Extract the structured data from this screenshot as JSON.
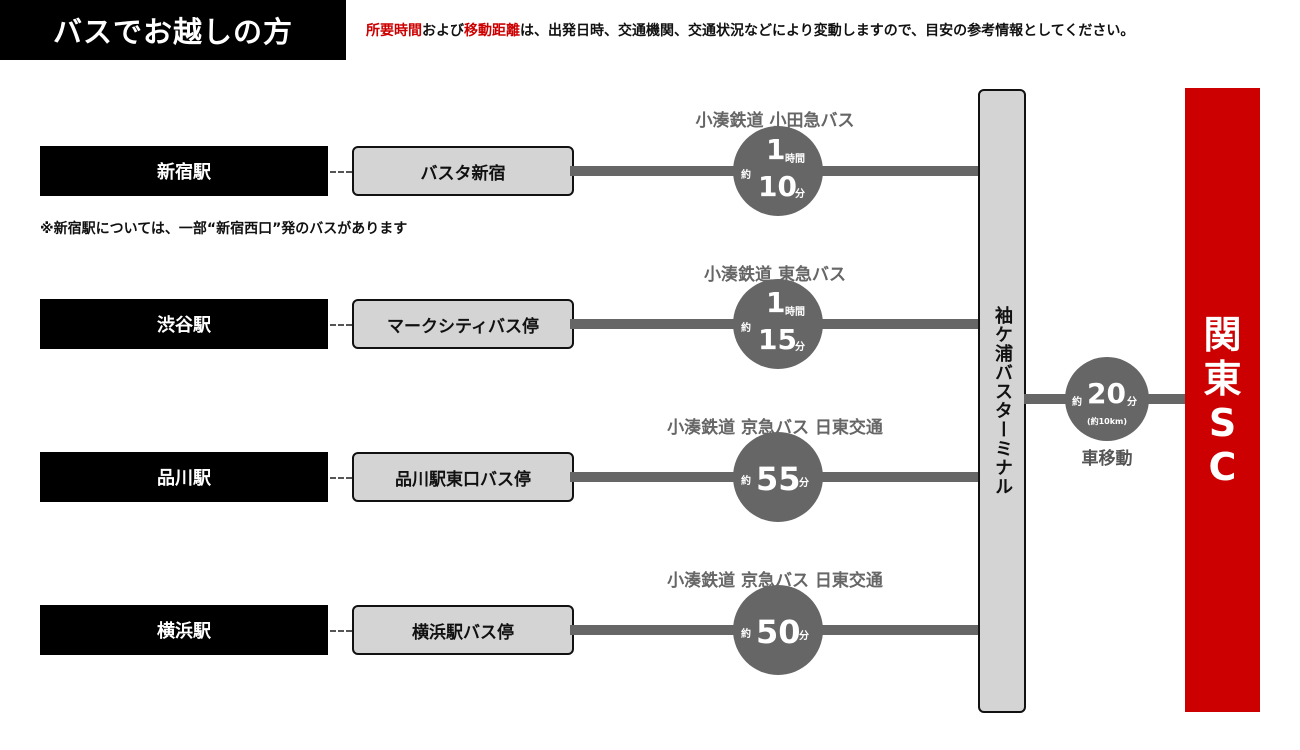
{
  "header": {
    "title": "バスでお越しの方",
    "notice_hl1": "所要時間",
    "notice_mid1": "および",
    "notice_hl2": "移動距離",
    "notice_rest": "は、出発日時、交通機関、交通状況などにより変動しますので、目安の参考情報としてください。"
  },
  "routes": [
    {
      "station": "新宿駅",
      "stop": "バスタ新宿",
      "operators": "小湊鉄道 小田急バス",
      "time": {
        "yaku": "約",
        "hour": "1",
        "hour_unit": "時間",
        "min": "10",
        "min_unit": "分"
      }
    },
    {
      "station": "渋谷駅",
      "stop": "マークシティバス停",
      "operators": "小湊鉄道 東急バス",
      "time": {
        "yaku": "約",
        "hour": "1",
        "hour_unit": "時間",
        "min": "15",
        "min_unit": "分"
      }
    },
    {
      "station": "品川駅",
      "stop": "品川駅東口バス停",
      "operators": "小湊鉄道 京急バス 日東交通",
      "time": {
        "yaku": "約",
        "min": "55",
        "min_unit": "分"
      }
    },
    {
      "station": "横浜駅",
      "stop": "横浜駅バス停",
      "operators": "小湊鉄道 京急バス 日東交通",
      "time": {
        "yaku": "約",
        "min": "50",
        "min_unit": "分"
      }
    }
  ],
  "shinjuku_note": "※新宿駅については、一部“新宿西口”発のバスがあります",
  "terminal": "袖ケ浦バスターミナル",
  "car": {
    "yaku": "約",
    "min": "20",
    "min_unit": "分",
    "distance": "(約10km)",
    "label": "車移動"
  },
  "destination": {
    "line1": "関",
    "line2": "東",
    "line3": "S",
    "line4": "C"
  },
  "colors": {
    "accent_red": "#cc0000",
    "line_gray": "#666666",
    "box_gray": "#d4d4d4"
  }
}
